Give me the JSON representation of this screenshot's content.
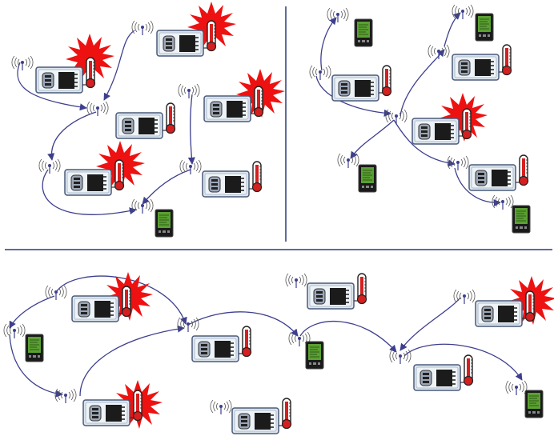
{
  "diagram": {
    "description_text": "",
    "panels": [
      {
        "id": "panel-top-left",
        "sensors": [
          {
            "id": "tl-s1",
            "alarm": false
          },
          {
            "id": "tl-s2",
            "alarm": true
          },
          {
            "id": "tl-s3",
            "alarm": false
          },
          {
            "id": "tl-s4",
            "alarm": true
          },
          {
            "id": "tl-s5",
            "alarm": true
          },
          {
            "id": "tl-s6",
            "alarm": false
          },
          {
            "id": "tl-s7",
            "alarm": true
          }
        ],
        "handhelds": [
          {
            "id": "tl-h1"
          }
        ]
      },
      {
        "id": "panel-top-right",
        "sensors": [
          {
            "id": "tr-s1",
            "alarm": false
          },
          {
            "id": "tr-s2",
            "alarm": false
          },
          {
            "id": "tr-s3",
            "alarm": true
          },
          {
            "id": "tr-s4",
            "alarm": false
          }
        ],
        "handhelds": [
          {
            "id": "tr-h1"
          },
          {
            "id": "tr-h2"
          },
          {
            "id": "tr-h3"
          },
          {
            "id": "tr-h4"
          }
        ]
      },
      {
        "id": "panel-bottom",
        "sensors": [
          {
            "id": "b-s1",
            "alarm": true
          },
          {
            "id": "b-s2",
            "alarm": false
          },
          {
            "id": "b-s3",
            "alarm": true
          },
          {
            "id": "b-s4",
            "alarm": false
          },
          {
            "id": "b-s5",
            "alarm": false
          },
          {
            "id": "b-s6",
            "alarm": true
          },
          {
            "id": "b-s7",
            "alarm": false
          }
        ],
        "handhelds": [
          {
            "id": "b-h1"
          },
          {
            "id": "b-h2"
          },
          {
            "id": "b-h3"
          }
        ]
      }
    ],
    "colors": {
      "link": "#3d3f8e",
      "device_body": "#dfe7ee",
      "device_border": "#4a5a7a",
      "alarm": "#ee1111",
      "divider": "#2b3a7a",
      "handheld_screen": "#5aa032"
    }
  }
}
